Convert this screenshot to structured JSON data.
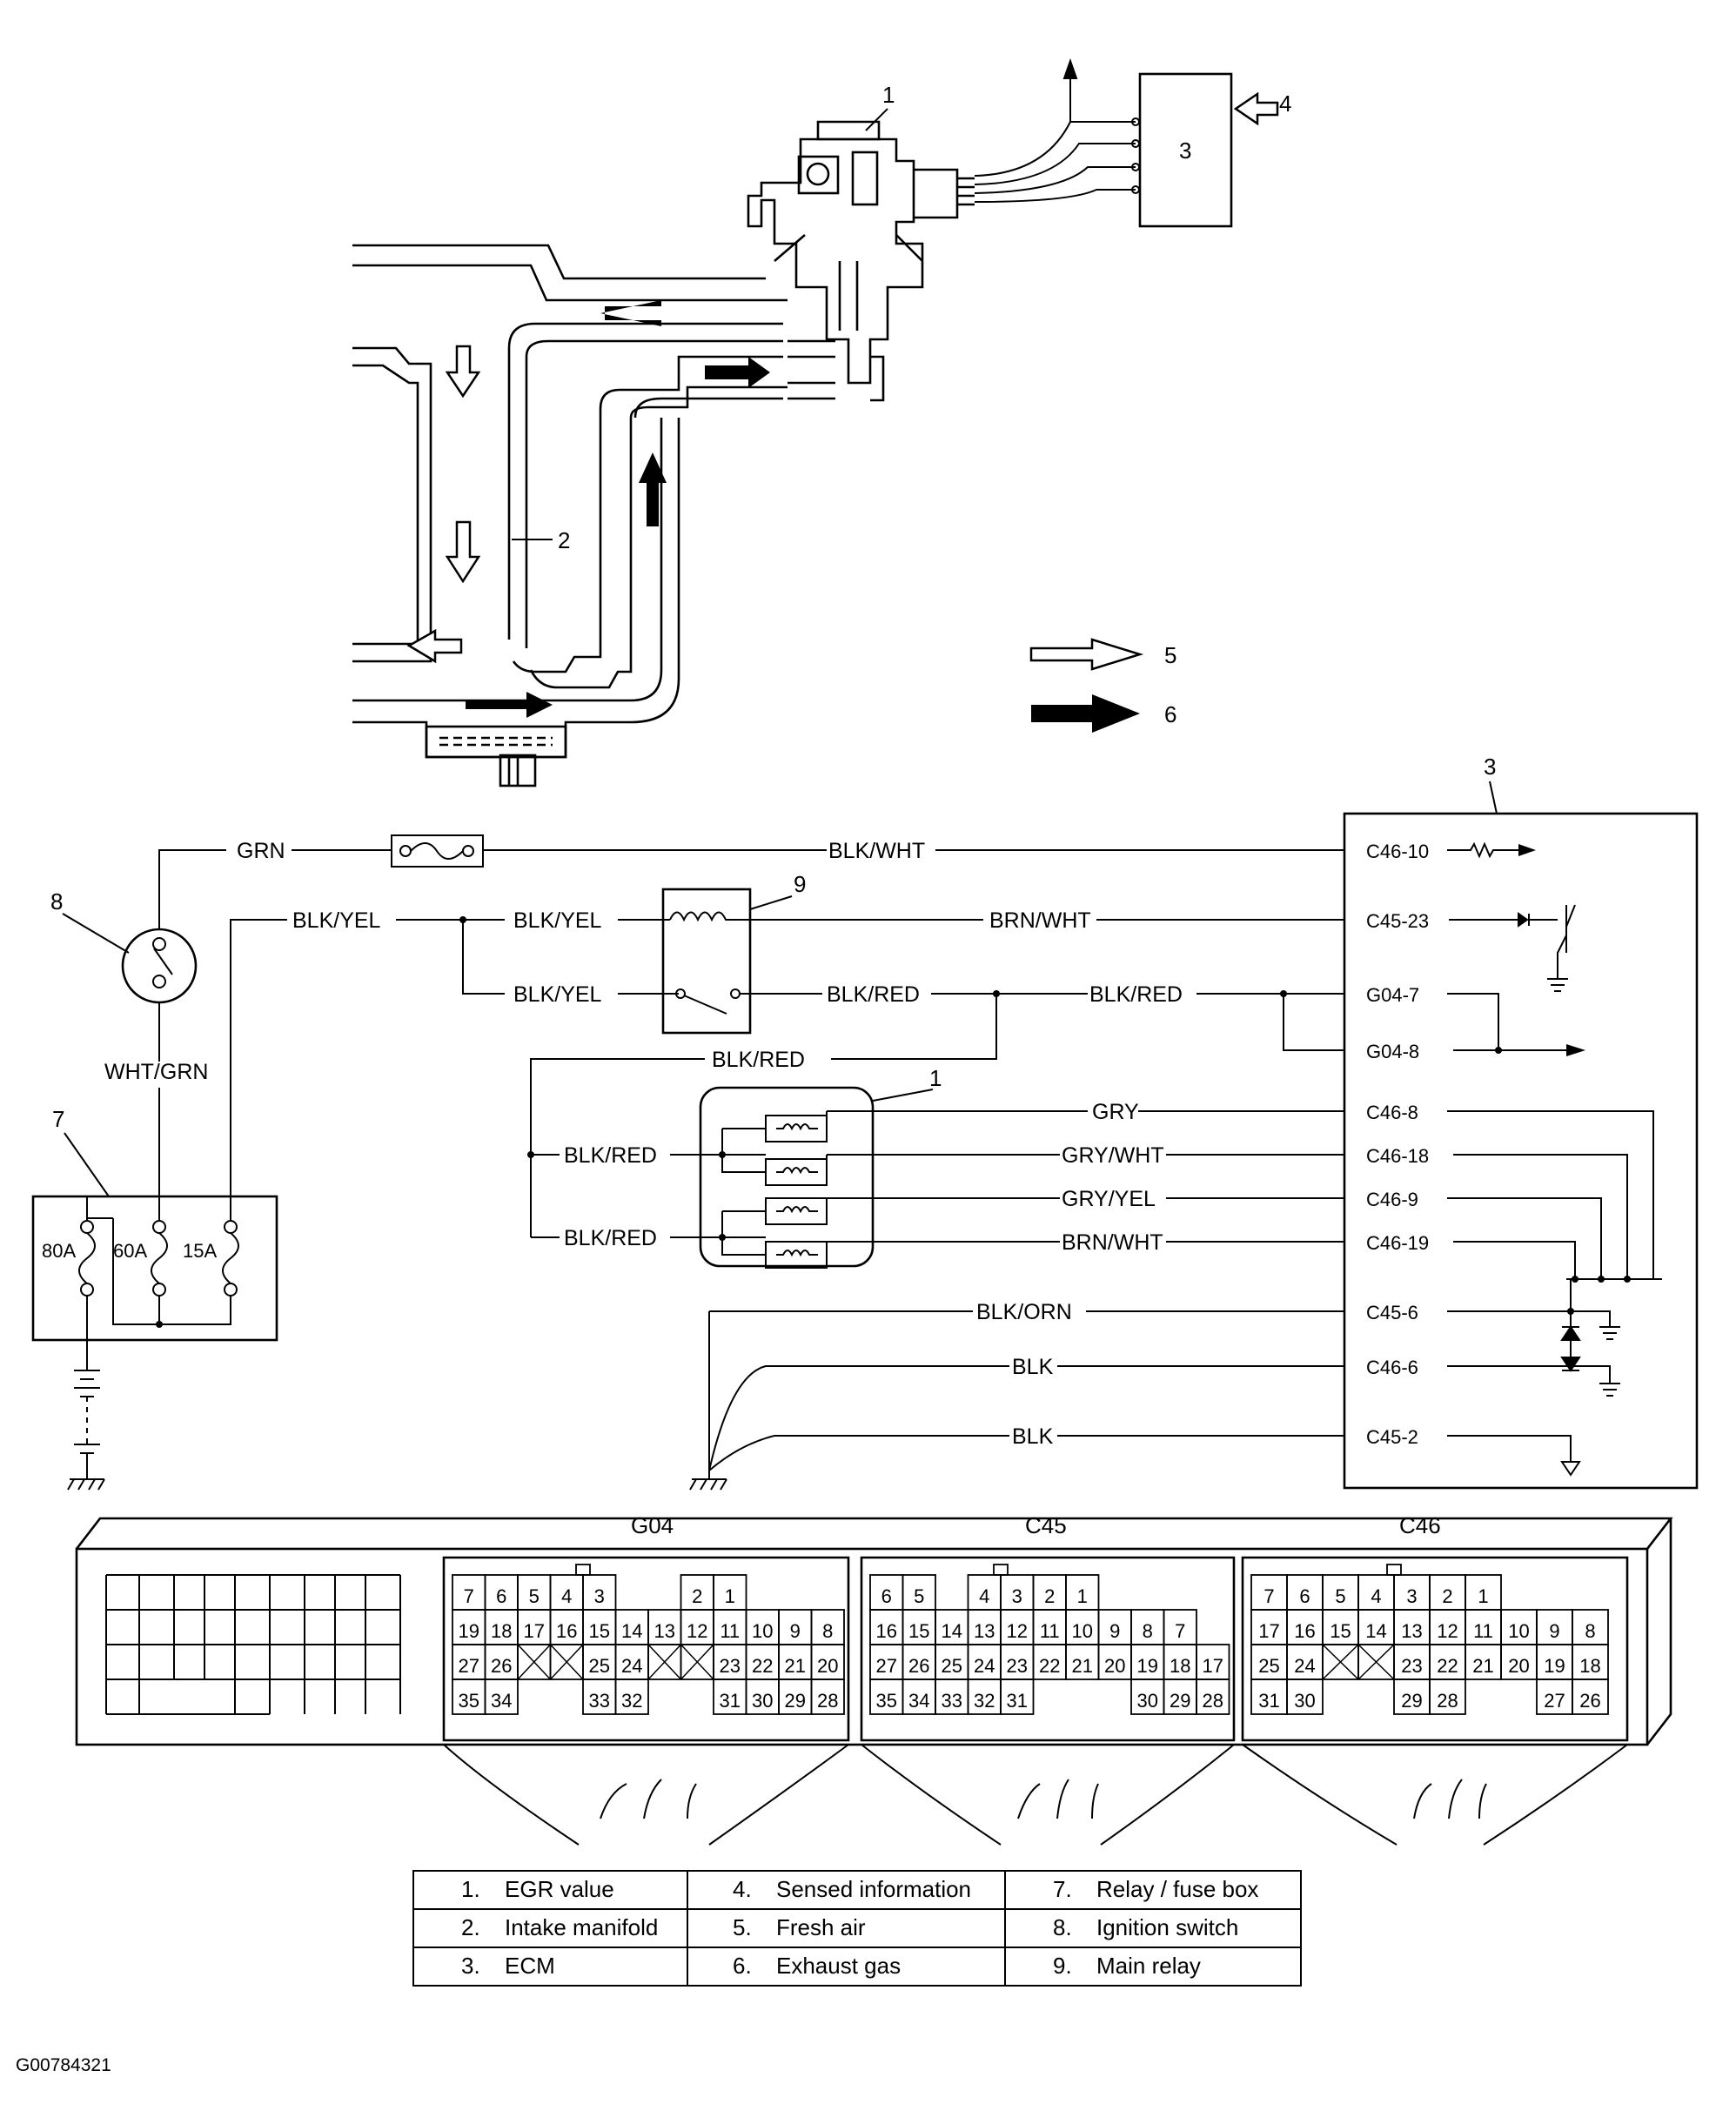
{
  "callouts": {
    "egr": "1",
    "intake": "2",
    "ecm": "3",
    "sensed": "4",
    "fresh": "5",
    "exhaust": "6",
    "fusebox": "7",
    "ignition": "8",
    "relay": "9"
  },
  "wires": {
    "grn": "GRN",
    "blk_wht": "BLK/WHT",
    "blk_yel_1": "BLK/YEL",
    "blk_yel_2": "BLK/YEL",
    "blk_yel_3": "BLK/YEL",
    "brn_wht_1": "BRN/WHT",
    "blk_red_1": "BLK/RED",
    "blk_red_2": "BLK/RED",
    "blk_red_3": "BLK/RED",
    "blk_red_4": "BLK/RED",
    "blk_red_5": "BLK/RED",
    "wht_grn": "WHT/GRN",
    "gry": "GRY",
    "gry_wht": "GRY/WHT",
    "gry_yel": "GRY/YEL",
    "brn_wht_2": "BRN/WHT",
    "blk_orn": "BLK/ORN",
    "blk_1": "BLK",
    "blk_2": "BLK"
  },
  "ecm_pins": {
    "c46_10": "C46-10",
    "c45_23": "C45-23",
    "g04_7": "G04-7",
    "g04_8": "G04-8",
    "c46_8": "C46-8",
    "c46_18": "C46-18",
    "c46_9": "C46-9",
    "c46_19": "C46-19",
    "c45_6": "C45-6",
    "c46_6": "C46-6",
    "c45_2": "C45-2"
  },
  "fuses": {
    "f80": "80A",
    "f60": "60A",
    "f15": "15A"
  },
  "connectors": {
    "g04": {
      "name": "G04",
      "rows": [
        [
          "7",
          "6",
          "5",
          "4",
          "3",
          "",
          "",
          "2",
          "1"
        ],
        [
          "19",
          "18",
          "17",
          "16",
          "15",
          "14",
          "13",
          "12",
          "11",
          "10",
          "9",
          "8"
        ],
        [
          "27",
          "26",
          "X",
          "X",
          "25",
          "24",
          "X",
          "X",
          "23",
          "22",
          "21",
          "20"
        ],
        [
          "35",
          "34",
          "",
          "",
          "33",
          "32",
          "",
          "",
          "31",
          "30",
          "29",
          "28"
        ]
      ]
    },
    "c45": {
      "name": "C45",
      "rows": [
        [
          "6",
          "5",
          "",
          "4",
          "3",
          "2",
          "1"
        ],
        [
          "16",
          "15",
          "14",
          "13",
          "12",
          "11",
          "10",
          "9",
          "8",
          "7"
        ],
        [
          "27",
          "26",
          "25",
          "24",
          "23",
          "22",
          "21",
          "20",
          "19",
          "18",
          "17"
        ],
        [
          "35",
          "34",
          "33",
          "32",
          "31",
          "",
          "",
          "",
          "30",
          "29",
          "28"
        ]
      ]
    },
    "c46": {
      "name": "C46",
      "rows": [
        [
          "7",
          "6",
          "5",
          "4",
          "3",
          "2",
          "1"
        ],
        [
          "17",
          "16",
          "15",
          "14",
          "13",
          "12",
          "11",
          "10",
          "9",
          "8"
        ],
        [
          "25",
          "24",
          "X",
          "X",
          "23",
          "22",
          "21",
          "20",
          "19",
          "18"
        ],
        [
          "31",
          "30",
          "",
          "",
          "29",
          "28",
          "",
          "",
          "27",
          "26"
        ]
      ]
    }
  },
  "legend": [
    [
      "1.",
      "EGR value"
    ],
    [
      "4.",
      "Sensed information"
    ],
    [
      "7.",
      "Relay / fuse box"
    ],
    [
      "2.",
      "Intake manifold"
    ],
    [
      "5.",
      "Fresh air"
    ],
    [
      "8.",
      "Ignition switch"
    ],
    [
      "3.",
      "ECM"
    ],
    [
      "6.",
      "Exhaust gas"
    ],
    [
      "9.",
      "Main relay"
    ]
  ],
  "figure_id": "G00784321"
}
